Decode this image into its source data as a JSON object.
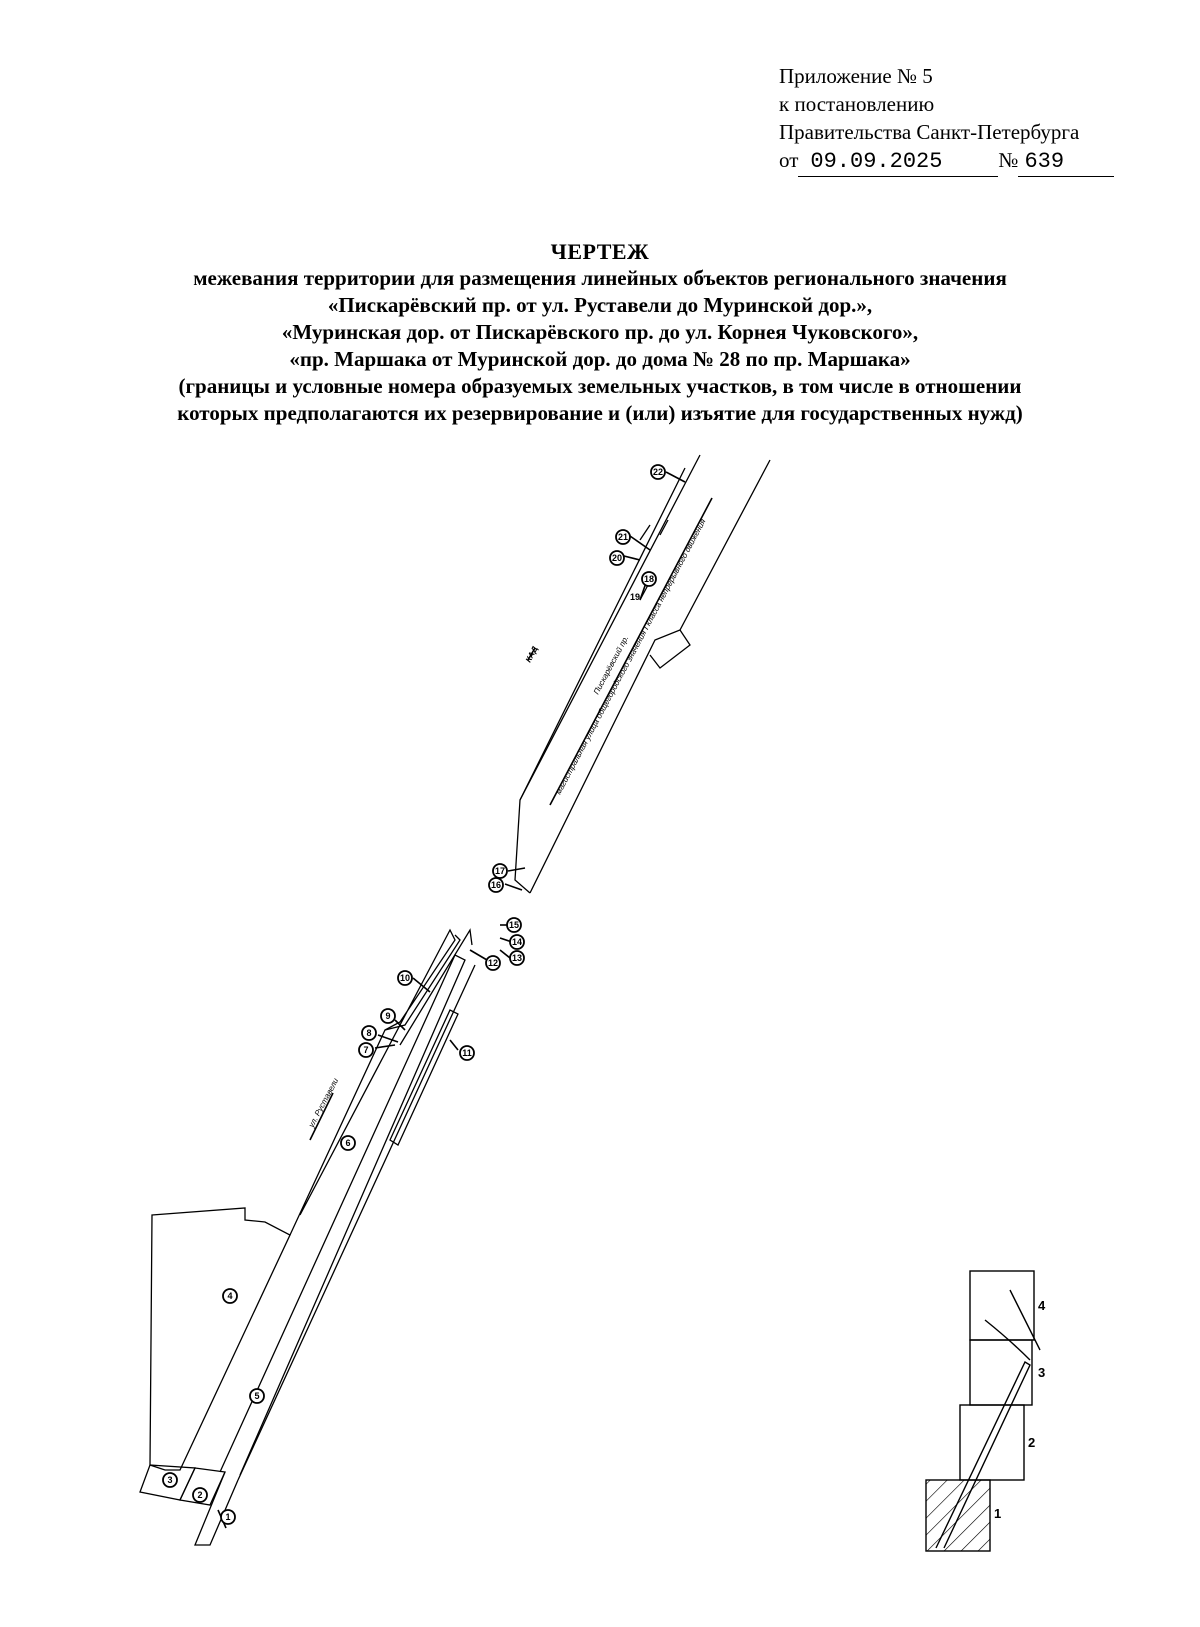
{
  "appendix": {
    "line1": "Приложение № 5",
    "line2": "к постановлению",
    "line3": "Правительства Санкт-Петербурга",
    "date_prefix": "от",
    "date": "09.09.2025",
    "number_label": "№",
    "number": "639"
  },
  "title": {
    "main": "ЧЕРТЕЖ",
    "lines": [
      "межевания территории для размещения линейных объектов регионального значения",
      "«Пискарёвский пр. от ул. Руставели до Муринской дор.»,",
      "«Муринская дор. от Пискарёвского пр. до ул. Корнея Чуковского»,",
      "«пр. Маршака от Муринской дор. до дома № 28 по пр. Маршака»",
      "(границы и условные номера образуемых земельных участков, в том числе в отношении",
      "которых предполагаются их резервирование и (или) изъятие для государственных нужд)"
    ]
  },
  "drawing": {
    "street_labels": {
      "street_1": "ул. Руставели",
      "street_2": "КАД",
      "street_3": "Пискарёвский пр.",
      "street_4": "магистральная улица общегородского значения I класса непрерывного движения"
    },
    "parcel_numbers": [
      "1",
      "2",
      "3",
      "4",
      "5",
      "6",
      "7",
      "8",
      "9",
      "10",
      "11",
      "12",
      "13",
      "14",
      "15",
      "16",
      "17",
      "18",
      "19",
      "20",
      "21",
      "22"
    ]
  },
  "key_map": {
    "sheets": [
      "1",
      "2",
      "3",
      "4"
    ]
  }
}
